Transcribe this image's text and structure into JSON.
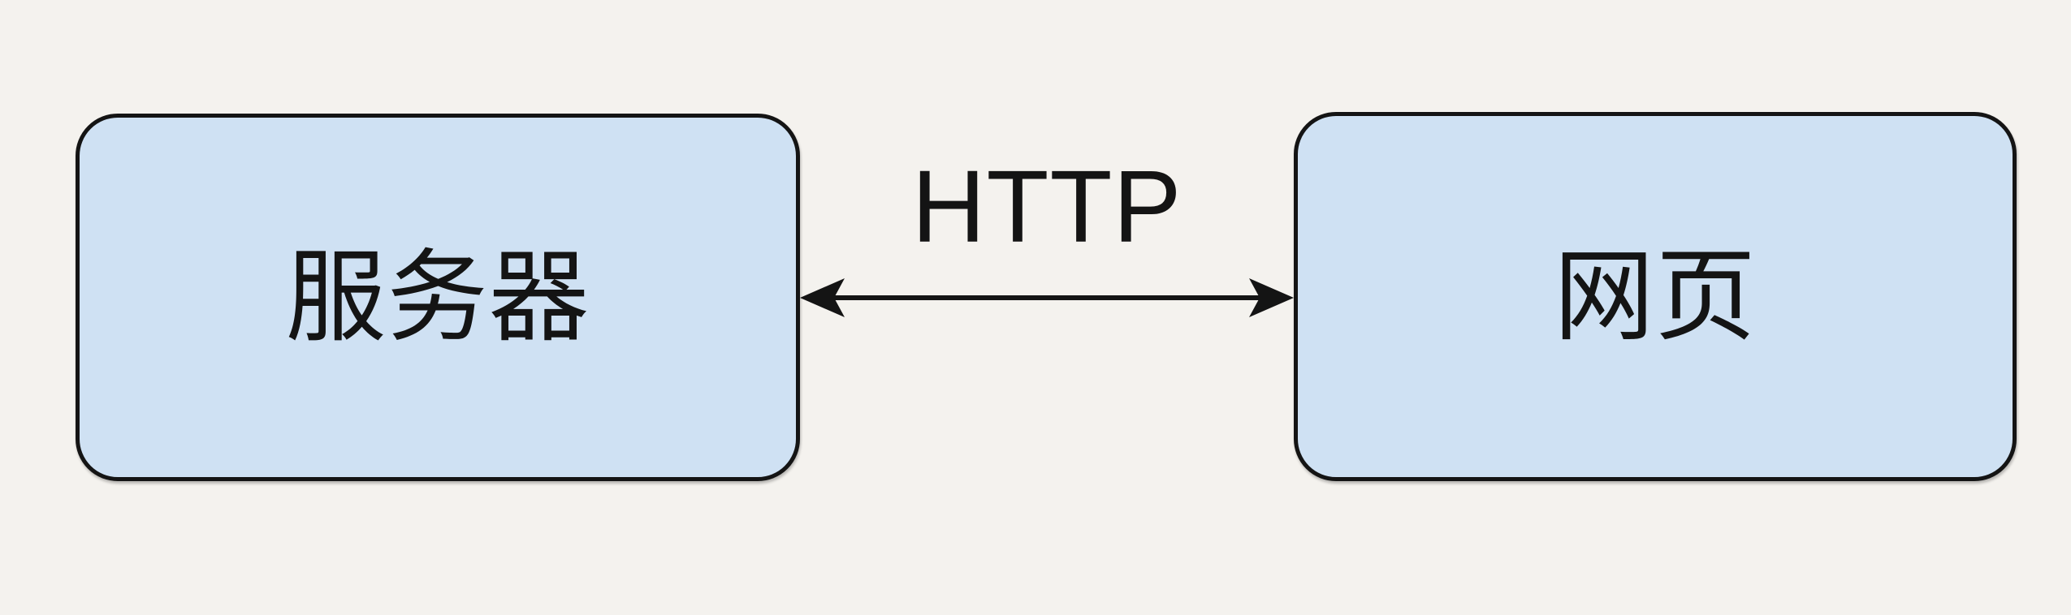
{
  "colors": {
    "background": "#f4f2ee",
    "node_fill": "#cfe1f3",
    "node_border": "#141414",
    "line": "#141414",
    "text": "#141414"
  },
  "diagram": {
    "nodes": [
      {
        "id": "server",
        "label": "服务器"
      },
      {
        "id": "webpage",
        "label": "网页"
      }
    ],
    "edge": {
      "label": "HTTP",
      "style": "bidirectional-arrow"
    }
  }
}
